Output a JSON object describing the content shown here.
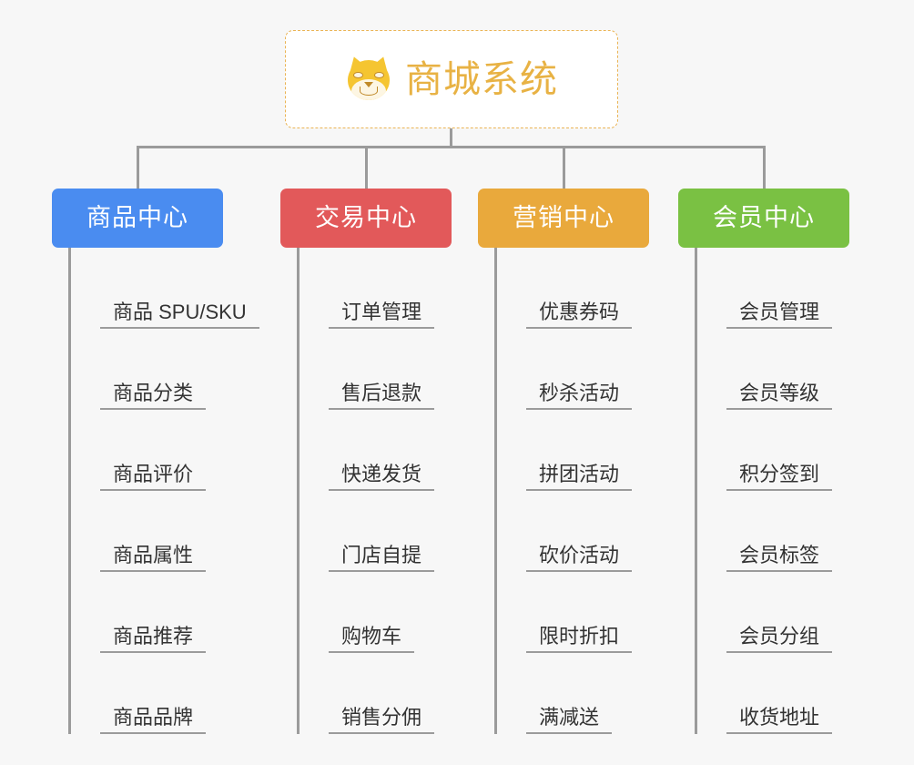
{
  "page": {
    "background_color": "#f7f7f7",
    "line_color": "#9b9b9b"
  },
  "root": {
    "title": "商城系统",
    "icon": "shiba-dog-face-icon",
    "title_color": "#e8b244",
    "border_color": "#eab455",
    "background_color": "#ffffff"
  },
  "categories": [
    {
      "label": "商品中心",
      "color": "#4a8cf0",
      "items": [
        "商品 SPU/SKU",
        "商品分类",
        "商品评价",
        "商品属性",
        "商品推荐",
        "商品品牌"
      ]
    },
    {
      "label": "交易中心",
      "color": "#e2595a",
      "items": [
        "订单管理",
        "售后退款",
        "快递发货",
        "门店自提",
        "购物车",
        "销售分佣"
      ]
    },
    {
      "label": "营销中心",
      "color": "#e9a93c",
      "items": [
        "优惠券码",
        "秒杀活动",
        "拼团活动",
        "砍价活动",
        "限时折扣",
        "满减送"
      ]
    },
    {
      "label": "会员中心",
      "color": "#7ac143",
      "items": [
        "会员管理",
        "会员等级",
        "积分签到",
        "会员标签",
        "会员分组",
        "收货地址"
      ]
    }
  ]
}
